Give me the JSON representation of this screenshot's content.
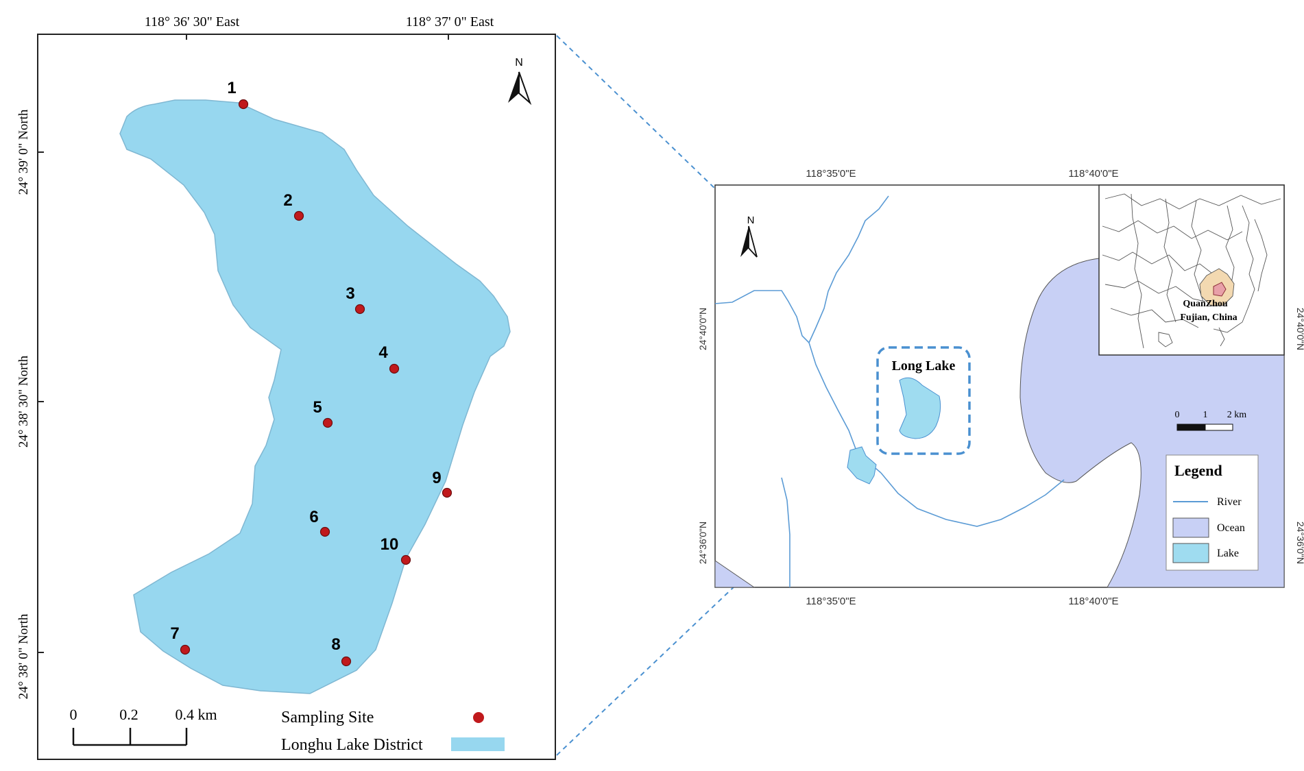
{
  "left_map": {
    "top_ticks": [
      "118° 36' 30\" East",
      "118° 37' 0\" East"
    ],
    "side_ticks": [
      "24° 39' 0\" North",
      "24° 38' 30\" North",
      "24° 38' 0\" North"
    ],
    "north_label": "N",
    "sites": [
      {
        "label": "1"
      },
      {
        "label": "2"
      },
      {
        "label": "3"
      },
      {
        "label": "4"
      },
      {
        "label": "5"
      },
      {
        "label": "9"
      },
      {
        "label": "6"
      },
      {
        "label": "10"
      },
      {
        "label": "7"
      },
      {
        "label": "8"
      }
    ],
    "scale": {
      "ticks": [
        "0",
        "0.2",
        "0.4 km"
      ]
    },
    "legend": {
      "sampling_site": "Sampling Site",
      "lake_district": "Longhu Lake District"
    },
    "colors": {
      "lake": "#97d7ef",
      "site": "#c0191c",
      "lake_border": "#7fb7d2"
    }
  },
  "right_map": {
    "top_ticks": [
      "118°35'0\"E",
      "118°40'0\"E"
    ],
    "bottom_ticks": [
      "118°35'0\"E",
      "118°40'0\"E"
    ],
    "left_ticks": [
      "24°40'0\"N",
      "24°36'0\"N"
    ],
    "right_ticks": [
      "24°40'0\"N",
      "24°36'0\"N"
    ],
    "north_label": "N",
    "lake_label": "Long Lake",
    "inset": {
      "line1": "QuanZhou",
      "line2": "Fujian, China"
    },
    "scale": {
      "ticks": [
        "0",
        "1",
        "2 km"
      ]
    },
    "legend": {
      "title": "Legend",
      "river": "River",
      "ocean": "Ocean",
      "lake": "Lake"
    },
    "colors": {
      "ocean": "#c8d0f5",
      "lake": "#9fdcf0",
      "river": "#5b9bd5",
      "highlight": "#f3d9b1"
    }
  },
  "connector_color": "#4a90d0"
}
